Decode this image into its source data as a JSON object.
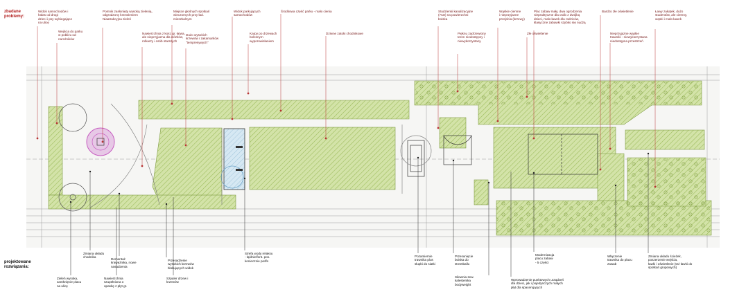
{
  "headings": {
    "problems": "zbadane\nproblemy:",
    "solutions": "projektowane\nrozwiązania:"
  },
  "colors": {
    "problem_text": "#7a2020",
    "problem_line": "#b83333",
    "green_fill": "#cfe0a3",
    "green_hatch": "#8fae4b",
    "blue_fill": "#cfe3f0",
    "pink": "#c65cc0",
    "plan_line": "#555555"
  },
  "problems": [
    {
      "id": "p1",
      "text": "Widok samochodów i\nhałas od drogi\ndzieci i psy wybiegające\nna ulicę"
    },
    {
      "id": "p2",
      "text": "Wejścia do parku\nw pobliżu od\nnarożników"
    },
    {
      "id": "p3",
      "text": "Pomnik zasłonięty wysoką zielenią,\nodgrodzony krzewieniem\nNiaatrakcyjna zieleń"
    },
    {
      "id": "p4",
      "text": "Nawierzchnia z kost. gr. łatwa,\nale nieprzyjazna dla wózków,\nrolkarzy i osób starszych"
    },
    {
      "id": "p5",
      "text": "Miejsce głośnych spotkań\nwieczornych przy ład.\nmieszkalnym"
    },
    {
      "id": "p6",
      "text": "Dużo wysokich\nkrzewów i zakamarków\n\"tempresywych\""
    },
    {
      "id": "p7",
      "text": "Widok parkujących\nsamochodów"
    },
    {
      "id": "p8",
      "text": "Karpy po drzewach\nbolesnym\nwyporowisłaniem"
    },
    {
      "id": "p9",
      "text": "Środkowa część parku - mało cienia"
    },
    {
      "id": "p10",
      "text": "Dziwne zatoki chodnikowe"
    },
    {
      "id": "p11",
      "text": "Studzienki kanalizacyjne\n(7szt) na powierzchni\nboiska"
    },
    {
      "id": "p12",
      "text": "Pięknu zadrzewiony\nteren niedostępny i\nniewykorzystany"
    },
    {
      "id": "p13",
      "text": "Wąskie ciemne\ni nieprzyjazne\nprzejścia (krzewy)"
    },
    {
      "id": "p14",
      "text": "Plac zabaw mały, dwa ogrodzenia\nniepraktyczne dla osób z dwójką\ndzieci, mało ławek dla rodziców,\nklasyczne zabawki szybko się nudzą"
    },
    {
      "id": "p15",
      "text": "Złe oświetlenie"
    },
    {
      "id": "p16",
      "text": "Bardzo złe oświetlenie"
    },
    {
      "id": "p17",
      "text": "Nieprzyjazne wąskie\ntrawniki - niewykorzystana\nniedostępna przestrzeń"
    },
    {
      "id": "p18",
      "text": "Ławy zakątek, dużo\nstudentów, ale ciemny,\nwąski i mało ławek"
    }
  ],
  "solutions": [
    {
      "id": "s1",
      "text": "Zieleń wysoka,\nzamknięcie placu\nna ulicę"
    },
    {
      "id": "s2",
      "text": "Zmiana układu\nchodnika"
    },
    {
      "id": "s3",
      "text": "Demontaż\nkrawężnika, nowe\nnasadzenia"
    },
    {
      "id": "s4",
      "text": "Nawierzchnia\nszupełniona o\nopaskę z płyt gr."
    },
    {
      "id": "s5",
      "text": "Przesadzenie\nwysokich krzewów\nblokujących widok"
    },
    {
      "id": "s6",
      "text": "Szpaler drzew i\nkrzewów"
    },
    {
      "id": "s7",
      "text": "Strefa wody relaksu\n- łąółnie/font. pos.\nkoniecznie pośfo"
    },
    {
      "id": "s8",
      "text": "Pozamiernie\ntrawnika plus\nsłupki do siatki"
    },
    {
      "id": "s9",
      "text": "Przesunięcie\nboiska do\nstreetballu"
    },
    {
      "id": "s10",
      "text": "Siłownia zew.\nkalestenika\nbodyweight"
    },
    {
      "id": "s11",
      "text": "Modernizacja\nplacu zabaw\n- 5 części"
    },
    {
      "id": "s12",
      "text": "Wprowadzenie punktowych urządzeń\ndla dzieci, jak i pojedynczych małych\npłyt dla spacerujących"
    },
    {
      "id": "s13",
      "text": "Włączenie\ntrawnika do placu\nzawab"
    },
    {
      "id": "s14",
      "text": "Zmiana układu ścieżek,\nposzerzenie wejścia,\nławki i oświetlenie (też ławki do\nspotkań grupowych)"
    }
  ]
}
